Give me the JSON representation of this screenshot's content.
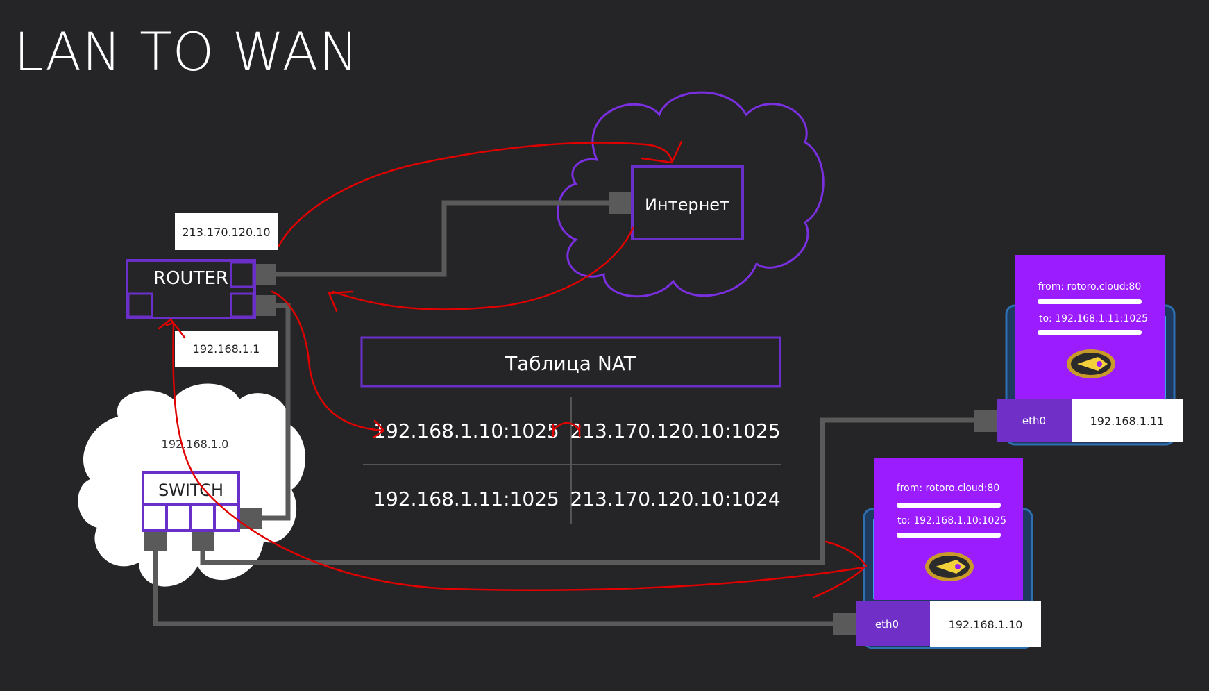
{
  "title": "LAN TO WAN",
  "internet": {
    "label": "Интернет"
  },
  "router": {
    "label": "ROUTER",
    "wan_ip": "213.170.120.10",
    "lan_ip": "192.168.1.1"
  },
  "switch": {
    "label": "SWITCH",
    "network": "192.168.1.0"
  },
  "nat": {
    "title": "Таблица NAT",
    "rows": [
      {
        "local": "192.168.1.10:1025",
        "public": "213.170.120.10:1025"
      },
      {
        "local": "192.168.1.11:1025",
        "public": "213.170.120.10:1024"
      }
    ]
  },
  "hosts": [
    {
      "from": "from: rotoro.cloud:80",
      "to": "to: 192.168.1.11:1025",
      "iface": "eth0",
      "ip": "192.168.1.11"
    },
    {
      "from": "from: rotoro.cloud:80",
      "to": "to: 192.168.1.10:1025",
      "iface": "eth0",
      "ip": "192.168.1.10"
    }
  ],
  "colors": {
    "background": "#252427",
    "purple": "#6a2fc8",
    "packet": "#9b1dff",
    "cable": "#5a5a5a",
    "annotation": "#e10000",
    "screen": "#3aa0e0"
  }
}
